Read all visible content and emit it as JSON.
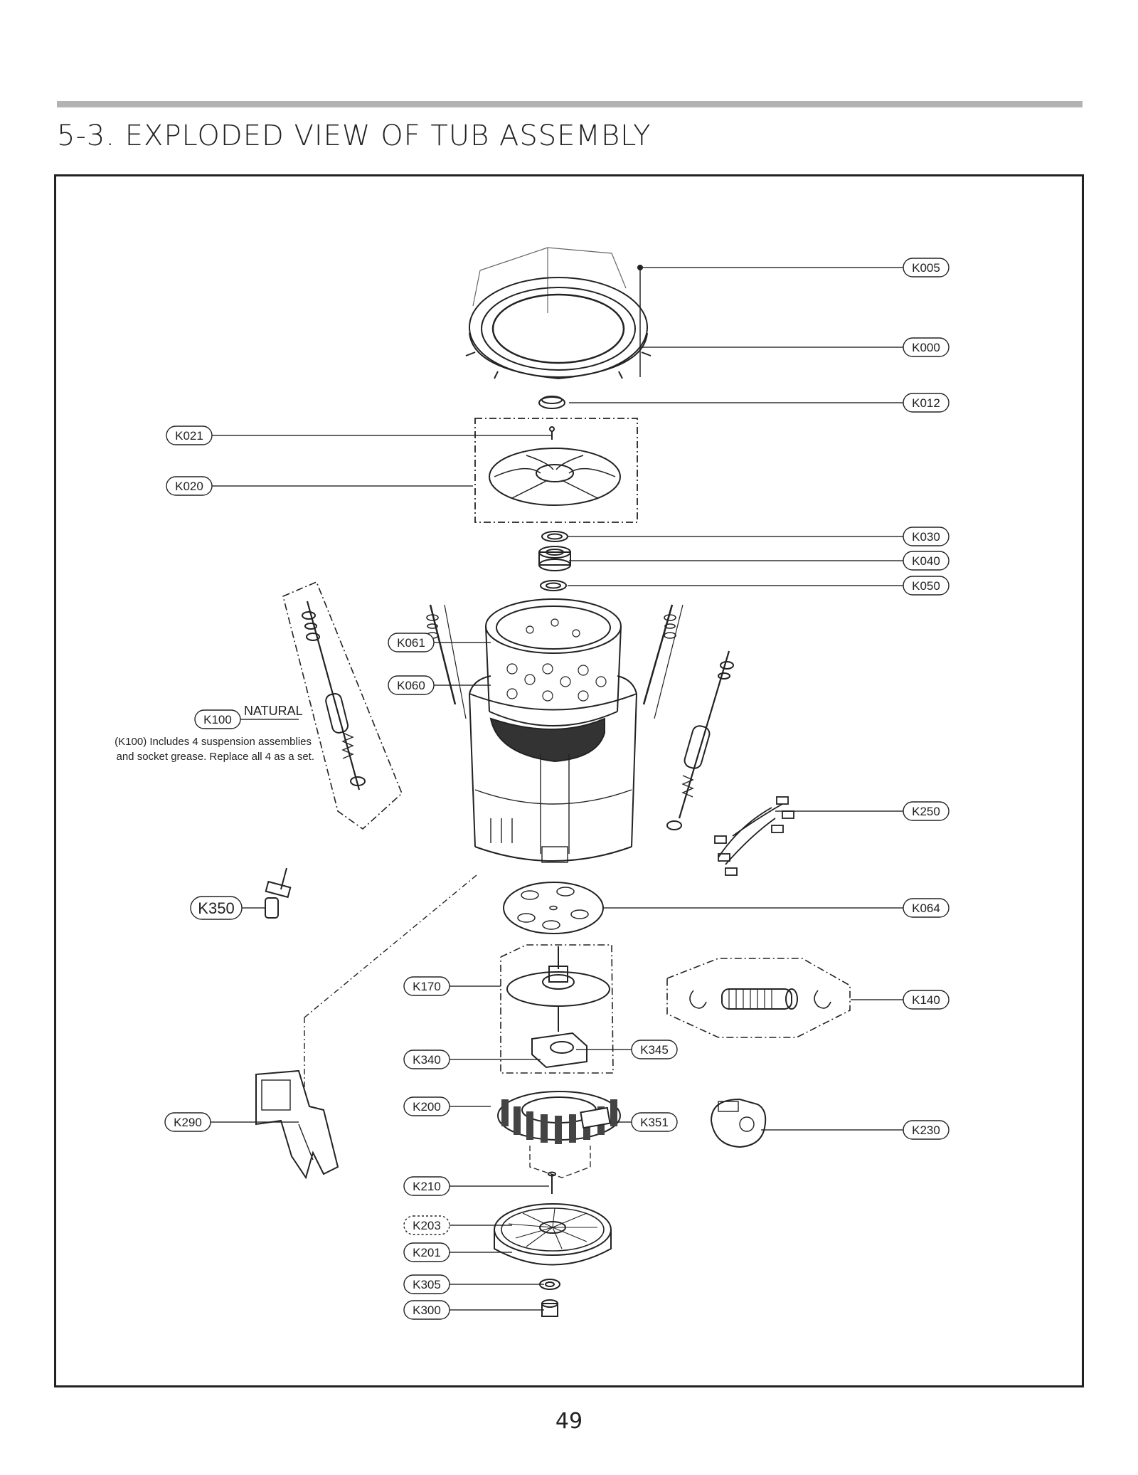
{
  "page": {
    "title": "5-3. EXPLODED VIEW OF TUB ASSEMBLY",
    "page_number": "49"
  },
  "callouts": {
    "K005": "K005",
    "K000": "K000",
    "K012": "K012",
    "K021": "K021",
    "K020": "K020",
    "K030": "K030",
    "K040": "K040",
    "K050": "K050",
    "K061": "K061",
    "K060": "K060",
    "K100": "K100",
    "K250": "K250",
    "K350": "K350",
    "K064": "K064",
    "K170": "K170",
    "K140": "K140",
    "K340": "K340",
    "K345": "K345",
    "K200": "K200",
    "K290": "K290",
    "K351": "K351",
    "K230": "K230",
    "K210": "K210",
    "K203": "K203",
    "K201": "K201",
    "K305": "K305",
    "K300": "K300"
  },
  "notes": {
    "k100_variant": "NATURAL",
    "k100_line1": "(K100) Includes 4 suspension assemblies",
    "k100_line2": "and socket grease. Replace all 4 as a set."
  }
}
